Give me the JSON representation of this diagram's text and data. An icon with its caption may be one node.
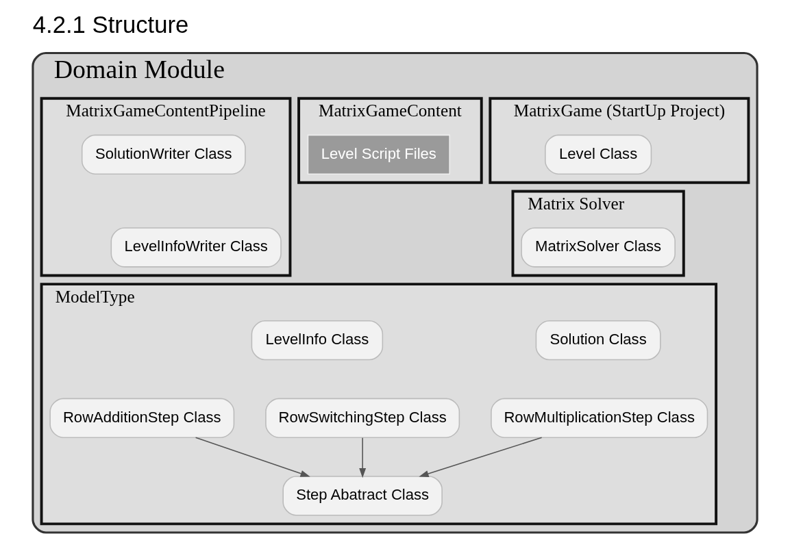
{
  "diagram": {
    "title": "4.2.1 Structure",
    "nodes": [
      {
        "text": [
          "Domain Module"
        ]
      },
      {
        "text": [
          "MatrixGameContent"
        ],
        "in": 0
      },
      {
        "text": [
          "Level Script Files"
        ],
        "in": 1
      },
      {
        "text": [
          "MatrixGame (StartUp Project)"
        ],
        "in": 0
      },
      {
        "text": [
          "Level Class"
        ],
        "in": 3
      },
      {
        "text": [
          "MatrixGameContentPipeline"
        ],
        "in": 0
      },
      {
        "text": [
          "LevelInfoWriter Class"
        ],
        "in": 5
      },
      {
        "text": [
          "SolutionWriter Class"
        ],
        "in": 5
      },
      {
        "text": [
          "Matrix Solver"
        ],
        "in": 0
      },
      {
        "text": [
          "MatrixSolver Class"
        ],
        "in": 8
      },
      {
        "text": [
          "ModelType"
        ],
        "in": 0
      },
      {
        "text": [
          "LevelInfo Class"
        ],
        "in": 10
      },
      {
        "text": [
          "Step Abatract Class"
        ],
        "in": 10
      },
      {
        "text": [
          "Solution Class"
        ],
        "in": 10
      },
      {
        "text": [
          "RowMultiplicationStep Class"
        ],
        "in": 10
      },
      {
        "text": [
          "RowSwitchingStep Class"
        ],
        "in": 10
      },
      {
        "text": [
          "RowAdditionStep Class"
        ],
        "in": 10
      }
    ],
    "edges": [
      {
        "from": 14,
        "to": 12,
        "arrow": "to"
      },
      {
        "from": 15,
        "to": 12,
        "arrow": "to"
      },
      {
        "from": 16,
        "to": 12,
        "arrow": "to"
      }
    ]
  }
}
